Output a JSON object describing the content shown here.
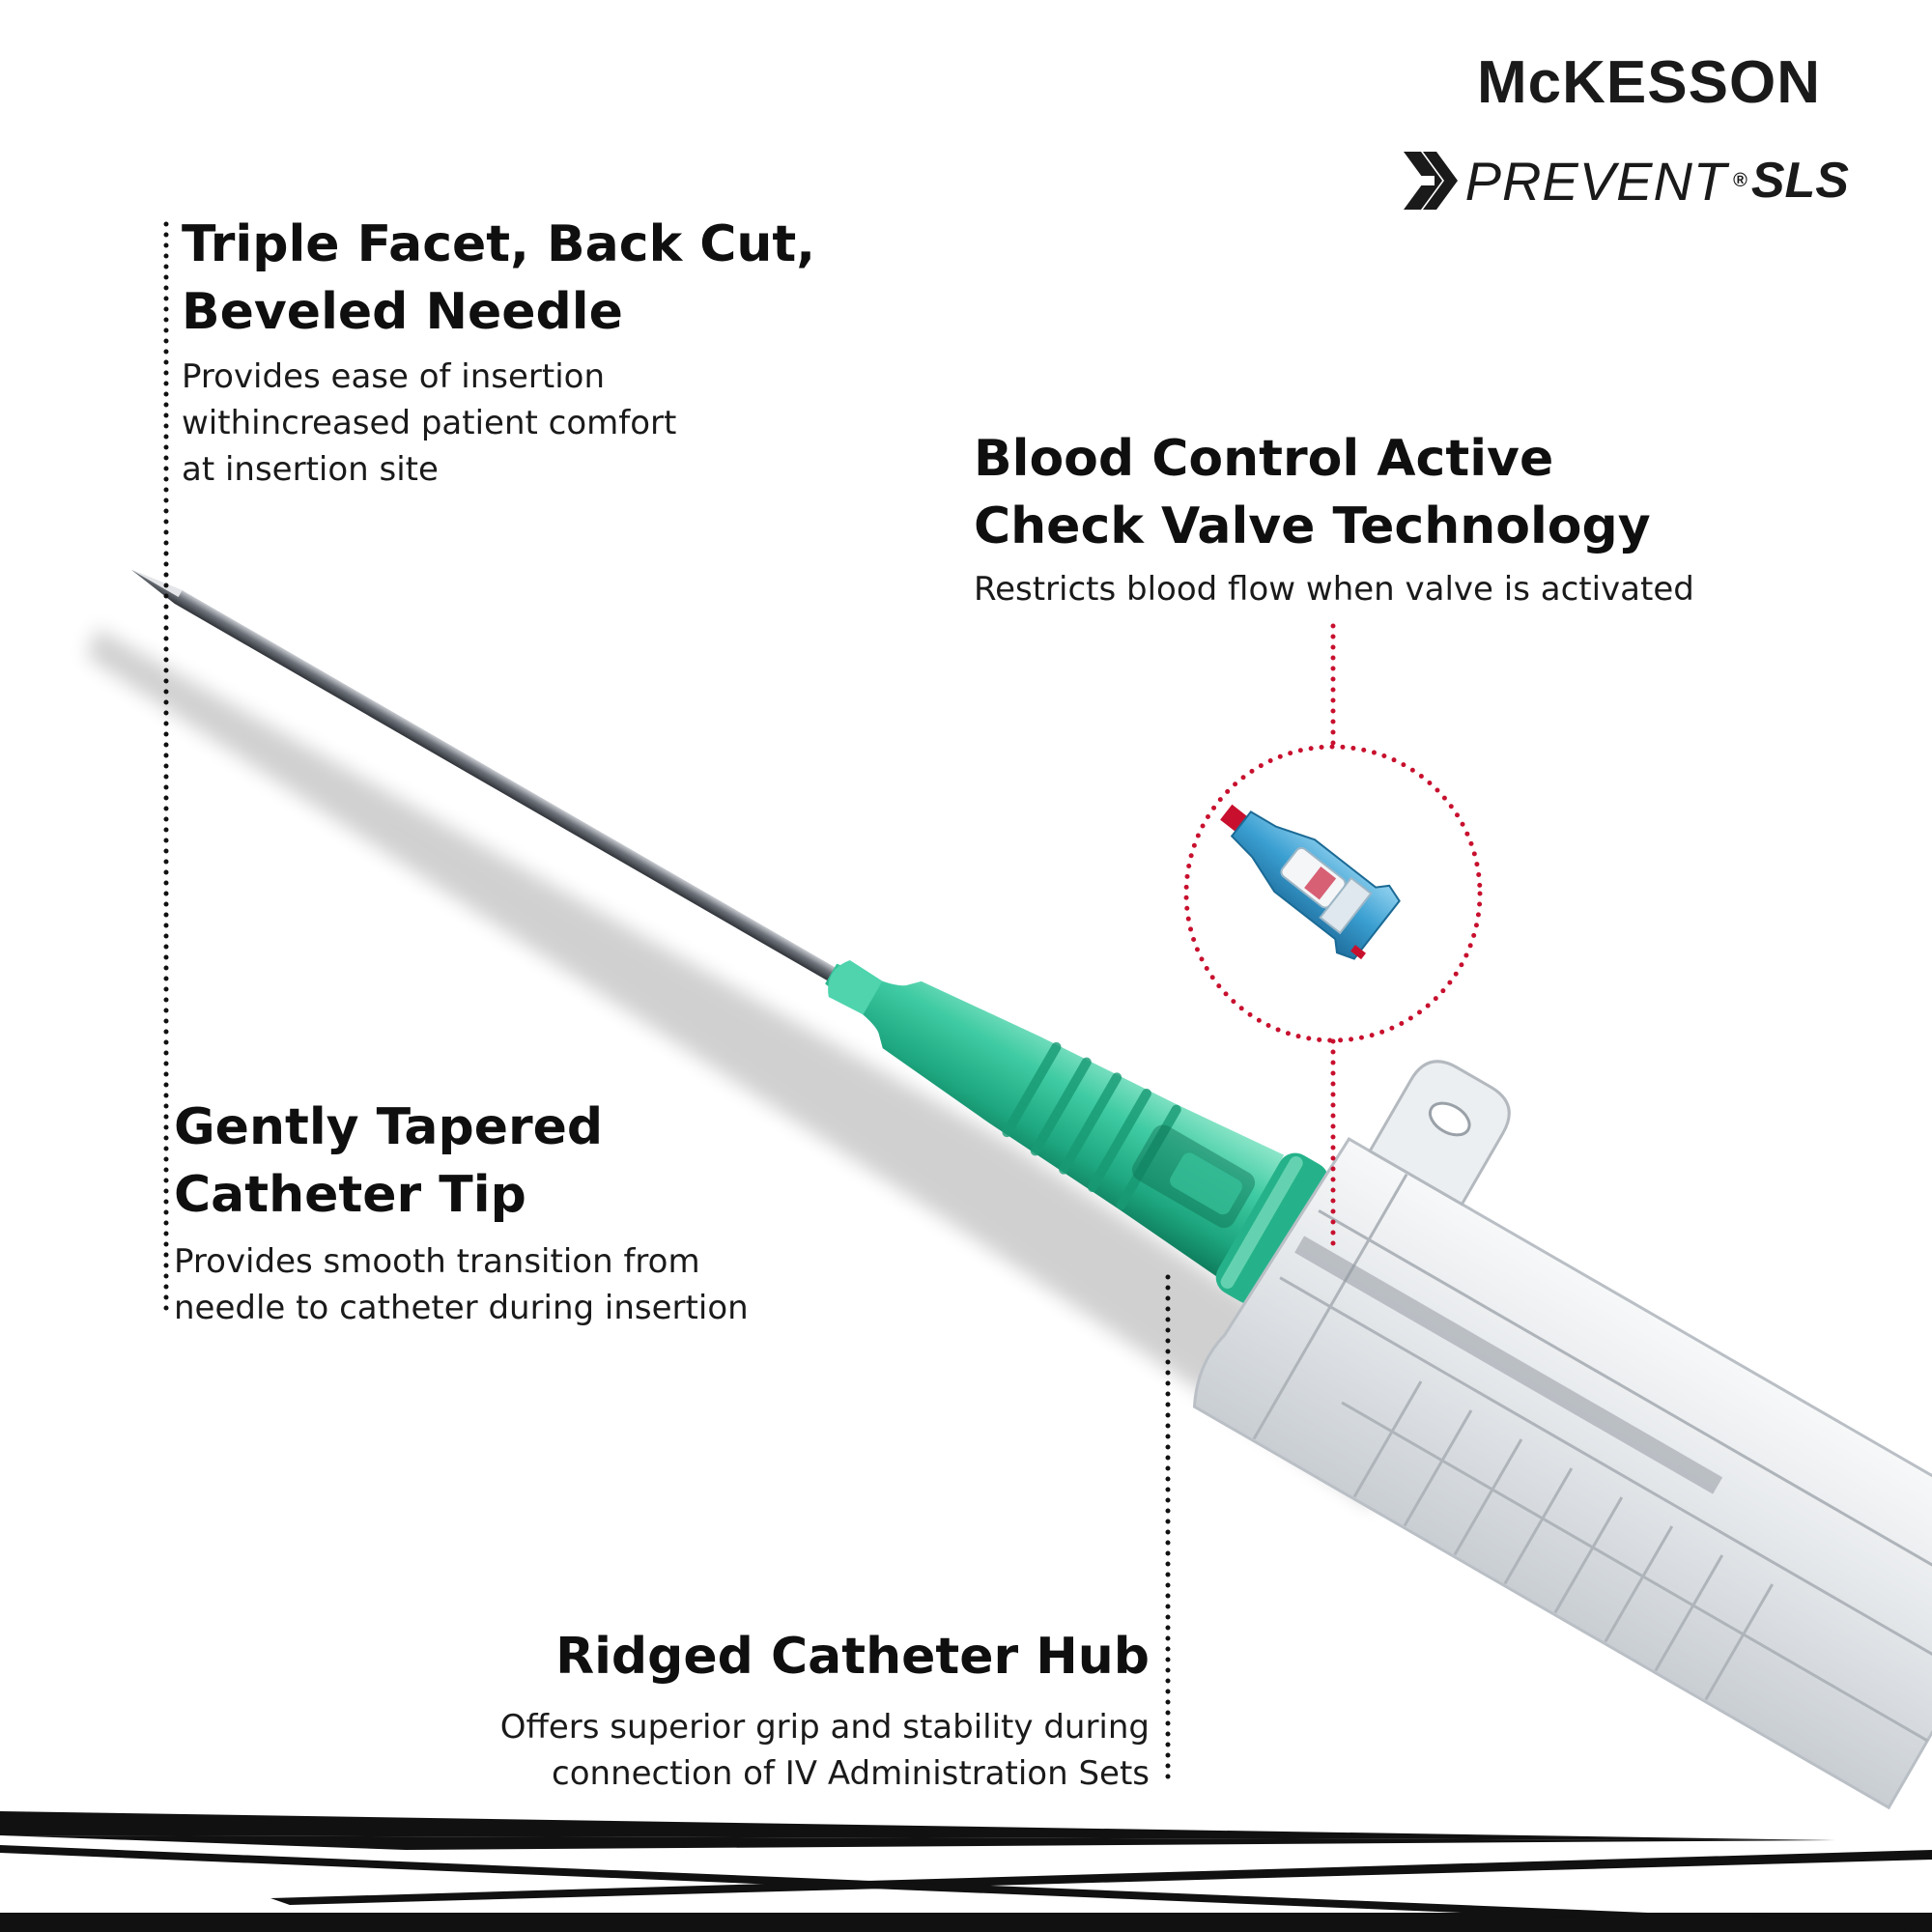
{
  "brand": {
    "logo_text": "McKESSON",
    "product_logo": {
      "main": "PREVENT",
      "registered": "®",
      "suffix": "SLS"
    }
  },
  "features": [
    {
      "title_lines": [
        "Triple Facet, Back Cut,",
        "Beveled Needle"
      ],
      "desc_lines": [
        "Provides ease of insertion",
        "withincreased patient comfort",
        "at insertion site"
      ]
    },
    {
      "title_lines": [
        "Blood Control Active",
        "Check Valve Technology"
      ],
      "desc_lines": [
        "Restricts blood flow when valve is activated"
      ]
    },
    {
      "title_lines": [
        "Gently Tapered",
        "Catheter Tip"
      ],
      "desc_lines": [
        "Provides smooth transition from",
        "needle to catheter during insertion"
      ]
    },
    {
      "title_lines": [
        "Ridged Catheter Hub"
      ],
      "desc_lines": [
        "Offers superior grip and stability during",
        "connection of IV Administration Sets"
      ]
    }
  ],
  "colors": {
    "catheter_hub": "#2fc39a",
    "valve_callout_dotted": "#c8102e",
    "valve_blue": "#2f8fc4",
    "leader_dotted": "#111111",
    "needle_steel": "#7a7f86"
  },
  "icons": {
    "prevent_logo_mark": "double-chevron-icon",
    "valve_detail": "check-valve-icon"
  }
}
